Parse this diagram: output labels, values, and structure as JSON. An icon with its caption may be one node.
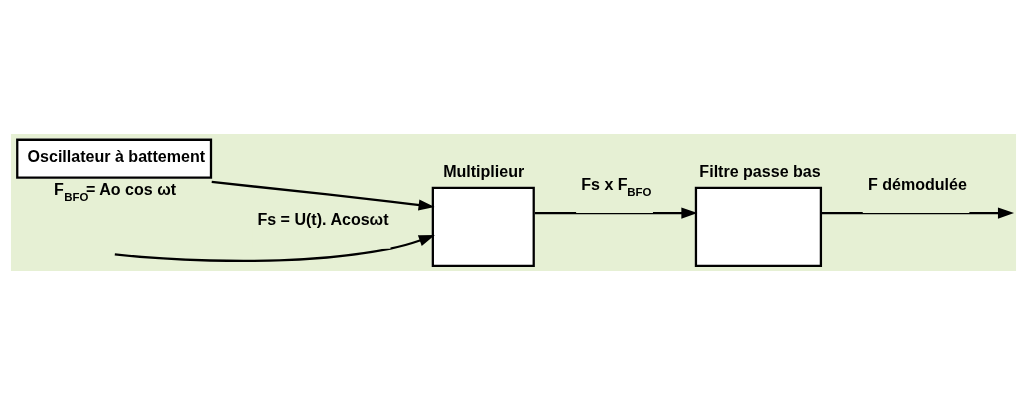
{
  "diagram": {
    "nodes": [
      {
        "text": [
          "Multiplieur"
        ]
      },
      {
        "text": [
          "Filtre passe bas"
        ]
      },
      {
        "text": [
          "Oscillateur à battement"
        ],
        "beside": [
          "F$_{BFO}$= Ao cos ωt"
        ]
      }
    ],
    "edges": [
      {
        "from": null,
        "to": 0,
        "arrow": "to",
        "label": "Fs = U(t). Acosωt"
      },
      {
        "from": 2,
        "to": 0,
        "arrow": "to"
      },
      {
        "from": 0,
        "to": 1,
        "arrow": "to",
        "label": "Fs x F$_{BFO}$"
      },
      {
        "from": 1,
        "to": null,
        "arrow": "to",
        "label": "F démodulée"
      }
    ]
  }
}
